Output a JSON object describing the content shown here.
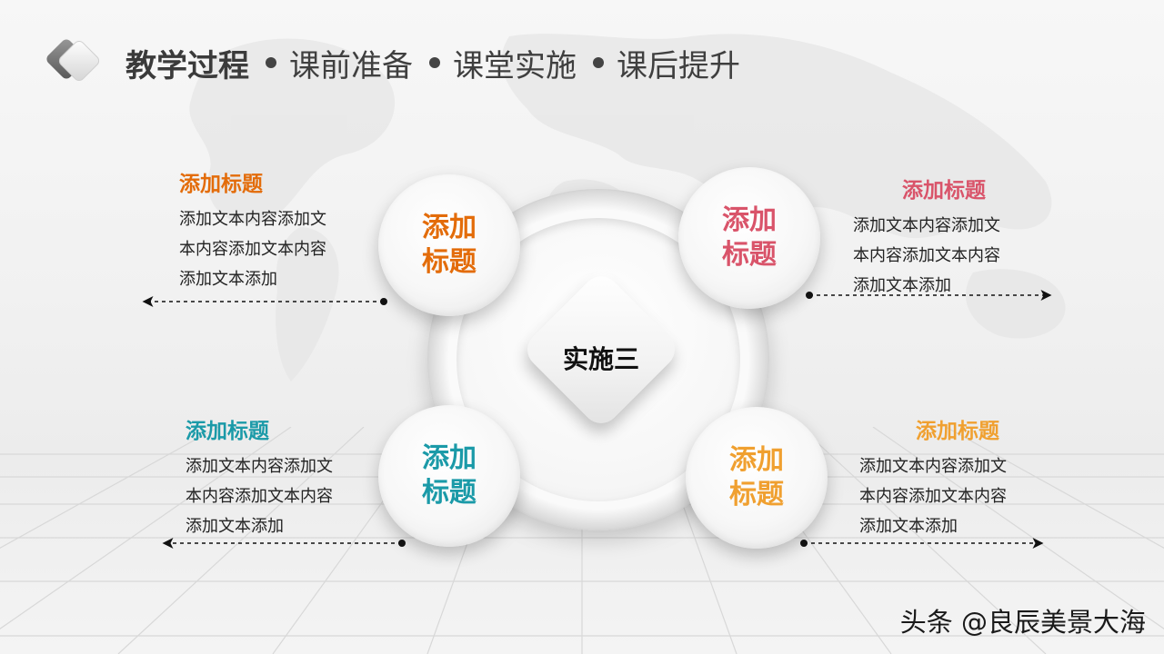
{
  "header": {
    "current": "教学过程",
    "nav": [
      "课前准备",
      "课堂实施",
      "课后提升"
    ]
  },
  "center": {
    "label": "实施三"
  },
  "nodes": [
    {
      "id": "top-left",
      "label": "添加标题",
      "color": "#E36C0A"
    },
    {
      "id": "top-right",
      "label": "添加标题",
      "color": "#D9546A"
    },
    {
      "id": "bottom-left",
      "label": "添加标题",
      "color": "#1B9AA8"
    },
    {
      "id": "bottom-right",
      "label": "添加标题",
      "color": "#F0A030"
    }
  ],
  "blocks": [
    {
      "title": "添加标题",
      "lines": [
        "添加文本内容添加文",
        "本内容添加文本内容",
        "添加文本添加"
      ],
      "color": "#E36C0A"
    },
    {
      "title": "添加标题",
      "lines": [
        "添加文本内容添加文",
        "本内容添加文本内容",
        "添加文本添加"
      ],
      "color": "#D9546A"
    },
    {
      "title": "添加标题",
      "lines": [
        "添加文本内容添加文",
        "本内容添加文本内容",
        "添加文本添加"
      ],
      "color": "#1B9AA8"
    },
    {
      "title": "添加标题",
      "lines": [
        "添加文本内容添加文",
        "本内容添加文本内容",
        "添加文本添加"
      ],
      "color": "#F0A030"
    }
  ],
  "watermark": "头条 @良辰美景大海"
}
